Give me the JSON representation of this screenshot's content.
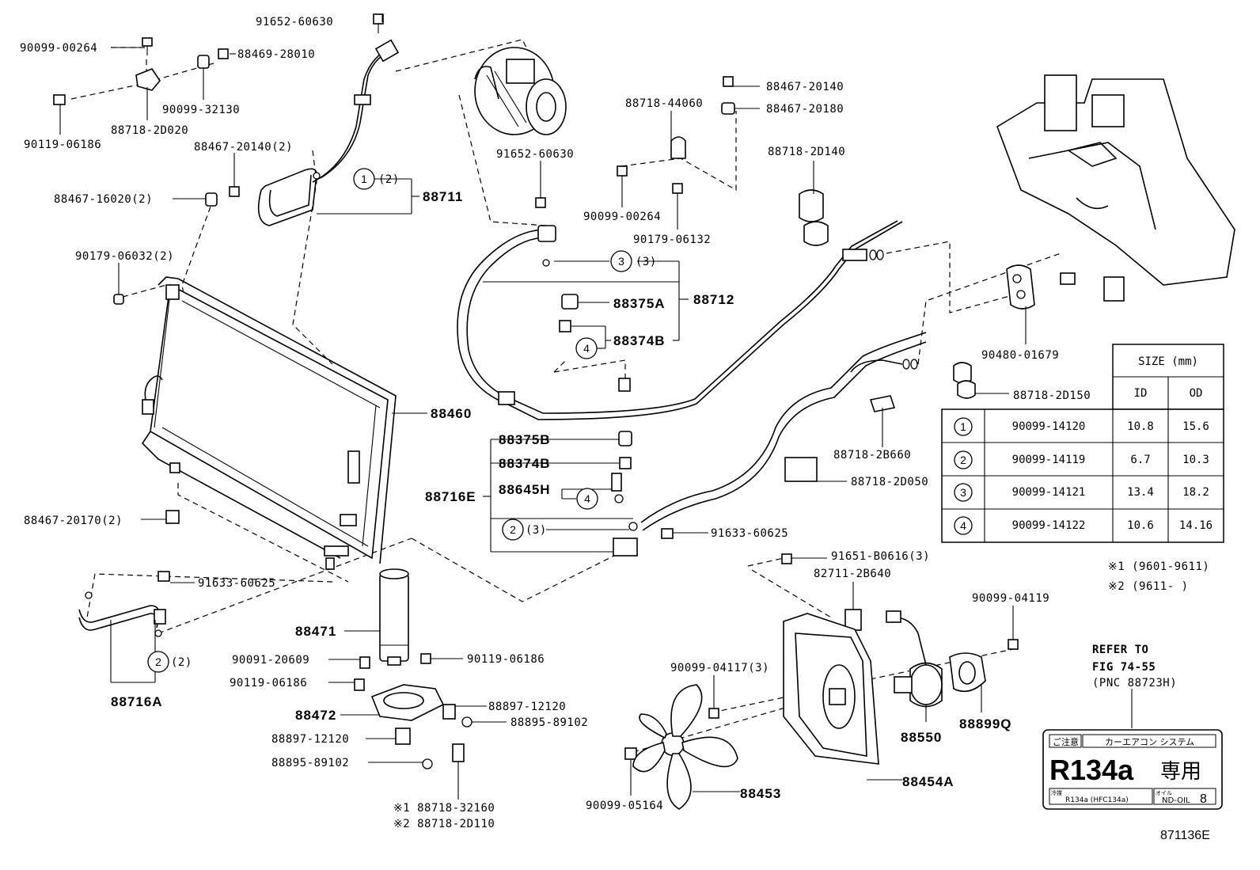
{
  "labels": {
    "p_91652_60630_a": "91652-60630",
    "p_90099_00264_a": "90099-00264",
    "p_88469_28010": "88469-28010",
    "p_90099_32130": "90099-32130",
    "p_88718_2d020": "88718-2D020",
    "p_90119_06186_a": "90119-06186",
    "p_88467_20140_2": "88467-20140(2)",
    "p_88467_16020_2": "88467-16020(2)",
    "p_88711": "88711",
    "p_90179_06032_2": "90179-06032(2)",
    "p_88460": "88460",
    "p_88467_20170_2": "88467-20170(2)",
    "p_91633_60625_a": "91633-60625",
    "p_88716a": "88716A",
    "p_91652_60630_b": "91652-60630",
    "p_88712": "88712",
    "p_88375a": "88375A",
    "p_88374b_a": "88374B",
    "p_88375b": "88375B",
    "p_88374b_b": "88374B",
    "p_88645h": "88645H",
    "p_88716e": "88716E",
    "p_91633_60625_b": "91633-60625",
    "p_88471": "88471",
    "p_90091_20609": "90091-20609",
    "p_90119_06186_b": "90119-06186",
    "p_90119_06186_c": "90119-06186",
    "p_88472": "88472",
    "p_88897_12120_a": "88897-12120",
    "p_88895_89102_a": "88895-89102",
    "p_88897_12120_b": "88897-12120",
    "p_88895_89102_b": "88895-89102",
    "p_88718_32160": "※1 88718-32160",
    "p_88718_2d110": "※2 88718-2D110",
    "p_88467_20140": "88467-20140",
    "p_88718_44060": "88718-44060",
    "p_88467_20180": "88467-20180",
    "p_90099_00264_b": "90099-00264",
    "p_90179_06132": "90179-06132",
    "p_88718_2d140": "88718-2D140",
    "p_90480_01679": "90480-01679",
    "p_88718_2d150": "88718-2D150",
    "p_88718_2b660": "88718-2B660",
    "p_88718_2d050": "88718-2D050",
    "p_91651_b0616_3": "91651-B0616(3)",
    "p_82711_2b640": "82711-2B640",
    "p_90099_04119": "90099-04119",
    "p_90099_04117_3": "90099-04117(3)",
    "p_88550": "88550",
    "p_88899q": "88899Q",
    "p_90099_05164": "90099-05164",
    "p_88453": "88453",
    "p_88454a": "88454A",
    "c1_qty": "(2)",
    "c3_qty": "(3)",
    "c2_qty_e": "(3)",
    "c2_qty_a": "(2)"
  },
  "callouts": {
    "one": "1",
    "two": "2",
    "three": "3",
    "four": "4"
  },
  "size_table": {
    "header": "SIZE (mm)",
    "col_id": "ID",
    "col_od": "OD",
    "rows": [
      {
        "no": "1",
        "part": "90099-14120",
        "id": "10.8",
        "od": "15.6"
      },
      {
        "no": "2",
        "part": "90099-14119",
        "id": "6.7",
        "od": "10.3"
      },
      {
        "no": "3",
        "part": "90099-14121",
        "id": "13.4",
        "od": "18.2"
      },
      {
        "no": "4",
        "part": "90099-14122",
        "id": "10.6",
        "od": "14.16"
      }
    ]
  },
  "notes": {
    "note1": "※1 (9601-9611)",
    "note2": "※2 (9611-     )",
    "refer1": "REFER TO",
    "refer2": "FIG 74-55",
    "refer3": "(PNC 88723H)"
  },
  "sticker": {
    "caution": "ご注意",
    "system": "カーエアコン システム",
    "refrigerant": "R134a",
    "dedicated": "専用",
    "coolant_label": "冷媒",
    "coolant_value": "R134a (HFC134a)",
    "oil_label": "オイル",
    "oil_value": "ND-OIL",
    "oil_number": "8"
  },
  "figure_id": "871136E"
}
